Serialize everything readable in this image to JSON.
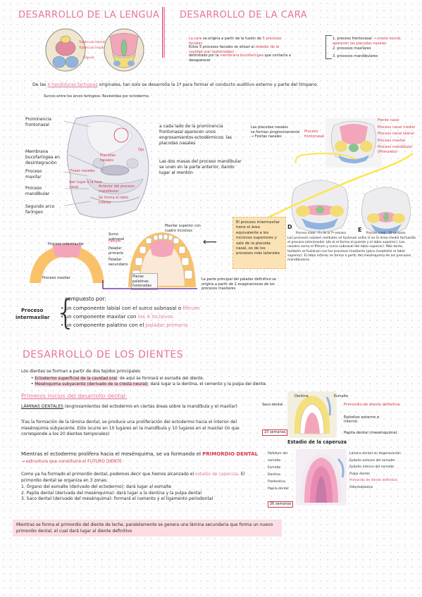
{
  "header": {
    "title_left": "DESARROLLO DE LA LENGUA",
    "title_right": "DESARROLLO DE LA CARA"
  },
  "tongue_figure": {
    "label1": "Tubérculo lateral",
    "label2": "Tubérculo impar",
    "label3": "Cópula"
  },
  "cara_intro": {
    "line1_a": "La cara",
    "line1_b": "se origina a partir de la fusión de",
    "line1_c": "5 procesos faciales",
    "line2_a": "Estos 5 procesos faciales se sitúan",
    "line2_b": "al",
    "line2_c": "rededor de la cavidad oral (estomodeo)",
    "line3_a": "delimitado por la",
    "line3_b": "membrana bucofaríngea",
    "line3_c": "que contacta a desaparecer",
    "list": [
      {
        "num": "1",
        "text": "proceso frontonasal",
        "sub": "→ cresta neural, aparecen las placodas nasales"
      },
      {
        "num": "2",
        "text": "procesos maxilares",
        "sub": ""
      },
      {
        "num": "3",
        "text": "procesos mandibulares",
        "sub": ""
      }
    ]
  },
  "hendiduras": {
    "text_a": "De las",
    "text_b": "4 hendiduras faríngeas",
    "text_c": "originales, tan solo se desarrolla la 1ª para formar el conducto auditivo externo y parte del tímpano.",
    "text_d": "Surcos entre los arcos faríngeos. Revestidas por ectodermo."
  },
  "embryo_figure": {
    "labels": [
      "Prominencia frontonasal",
      "Membrana bucofaríngea en desintegración",
      "Proceso maxilar",
      "Proceso mandibular",
      "Segundo arco faríngeo"
    ],
    "notes": [
      "Ojo",
      "Placodas nasales",
      "Fosas nasales",
      "dan lugar a la fosa nasal",
      "Anterior del proceso mandibular",
      "Se forma el labio inferior"
    ]
  },
  "middle_text": {
    "para1": "a cada lado de la prominencia frontonasal aparecen unos engrosamientos ectodérmicos: las placodas nasales",
    "para2": "Las dos masas del proceso mandibular se unen en la parte anterior, dando lugar al mentón",
    "arrow_note_a": "Las placodas nasales",
    "arrow_note_b": "se forman progresivamente",
    "arrow_note_c": "→ Fositas nasales",
    "pink_note": "Proceso frontonasal"
  },
  "face_labels": {
    "items": [
      "Frente nasal",
      "Proceso nasal medial",
      "Proceso nasal lateral",
      "Proceso maxilar",
      "Proceso mandibular (Primordio)"
    ],
    "fig_letters": [
      "D",
      "E"
    ],
    "caption_d": "Proceso nasal",
    "caption_d2": "Fin de la 7ª semana",
    "caption_e": "Proceso nasal",
    "caption_e2": "10 semanas",
    "body": "Los procesos nasales mediales se fusionan entre sí en la línea media formando el proceso intermaxilar (da el el forma el puente y el labio superior). Las nasales como el filtrum y surco subnasal del labio superior). Más tarde, también se fusionan con los procesos maxilares (para completar el labio superior). El labio inferior se forma a partir del mesénquima de los procesos mandibulares"
  },
  "intermaxilar_box": {
    "text": "El proceso intermaxilar tiene el área equivalente a los incisivos superiores y sale de la placoda nasal, es de los procesos más laterales"
  },
  "palate_figure": {
    "labels": [
      "Proceso intermaxilar",
      "Proceso maxilar",
      "Surco subnasal",
      "Filtrum",
      "Paladar primario",
      "Paladar secundario",
      "Maxilar superior con cuatro incisivos",
      "Placas palatinas fusionadas"
    ],
    "note": "La parte principal del paladar definitivo se origina a partir de 2 evaginaciones de los procesos maxilares"
  },
  "proceso_intermaxilar": {
    "title_a": "Proceso",
    "title_b": "intermaxilar",
    "intro": "compuesto por:",
    "items": [
      {
        "a": "un componente labial con el surco subnasal o",
        "b": "filtrum"
      },
      {
        "a": "un componente maxilar con",
        "b": "los 4 incisivos"
      },
      {
        "a": "un componente palatino con el",
        "b": "paladar primario"
      }
    ]
  },
  "dientes": {
    "title": "DESARROLLO DE LOS DIENTES",
    "intro": "Los dientes se forman a partir de dos tejidos principales:",
    "bullets": [
      {
        "a": "Ectodermo superficial de la cavidad oral",
        "b": ": de aquí se formará el esmalte del diente."
      },
      {
        "a": "Mesénquima subyacente (derivado de la cresta neural)",
        "b": ": dará lugar a la dentina, el cemento y la pulpa del diente."
      }
    ],
    "subhead": "Primeros inicios del desarrollo dental:",
    "lamina_a": "LÁMINAS DENTALES",
    "lamina_b": "(engrosamientos del ectodermo en ciertas áreas sobre la mandíbula y el maxilar)",
    "para1": "Tras la formación de la lámina dental, se produce una proliferación del ectodermo hacia el interior del mesénquima subyacente. Esto ocurre en 10 lugares en la mandíbula y 10 lugares en el maxilar (lo que corresponde a los 20 dientes temporales)",
    "para2_a": "Mientras el ectodermo prolifera hacia el mesénquima, se va formando el",
    "para2_b": "PRIMORDIO DENTAL",
    "para2_c": "→ estructura que constituirá el FUTURO DIENTE",
    "para3_a": "Como ya ha formado el primordio dental, podemos decir que hemos alcanzado el",
    "para3_b": "estadio de caperuza",
    "para3_c": ". El primordio dental se organiza en 3 zonas:",
    "zones": [
      "Órgano del esmalte (derivado del ectodermo): dará lugar al esmalte",
      "Papila dental (derivada del mesénquima): dará lugar a la dentina y la pulpa dental",
      "Saco dental (derivado del mesénquima): formará el cemento y el ligamento periodontal"
    ],
    "final": "Mientras se forma el primordio del diente de leche, paralelamente se genera una lámina secundaria que forma un nuevo primordio dental, el cual dará lugar al diente definitivo"
  },
  "caperuza_figure": {
    "labels": [
      "Saco dental",
      "Dentina",
      "Primordio de diente definitivo",
      "Epitelios externo e interno",
      "Papila dental (mesénquima)",
      "Esmalte"
    ],
    "badge": "10 semanas",
    "caption": "Estadio de la caperuza"
  },
  "campana_figure": {
    "labels_left": [
      "Pallidum del esmalte",
      "Esmalte",
      "Dentina",
      "Predentina",
      "Papila dental"
    ],
    "labels_right": [
      "Lámina dental en degeneración",
      "Epitelio externo del esmalte",
      "Epitelio interno del esmalte",
      "Pulpa dental",
      "Primordio de diente definitivo",
      "Odontoblastos"
    ],
    "badge": "26 semanas"
  },
  "colors": {
    "pink": "#e8749a",
    "red": "#d8384c",
    "yellow": "#fde89a",
    "peach": "#fbe3b6"
  }
}
